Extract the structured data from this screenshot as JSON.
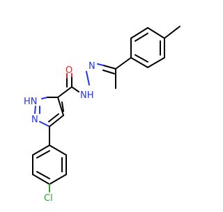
{
  "molecule": {
    "atoms": {
      "oxygen": "O",
      "nh_hydrazide": "NH",
      "n_imine": "N",
      "nh_pyrazole": "HN",
      "n_pyrazole": "N",
      "chlorine": "Cl"
    },
    "colors": {
      "carbon": "#000000",
      "nitrogen": "#2233ee",
      "oxygen": "#ee2222",
      "chlorine": "#22aa22",
      "background": "#ffffff"
    }
  }
}
